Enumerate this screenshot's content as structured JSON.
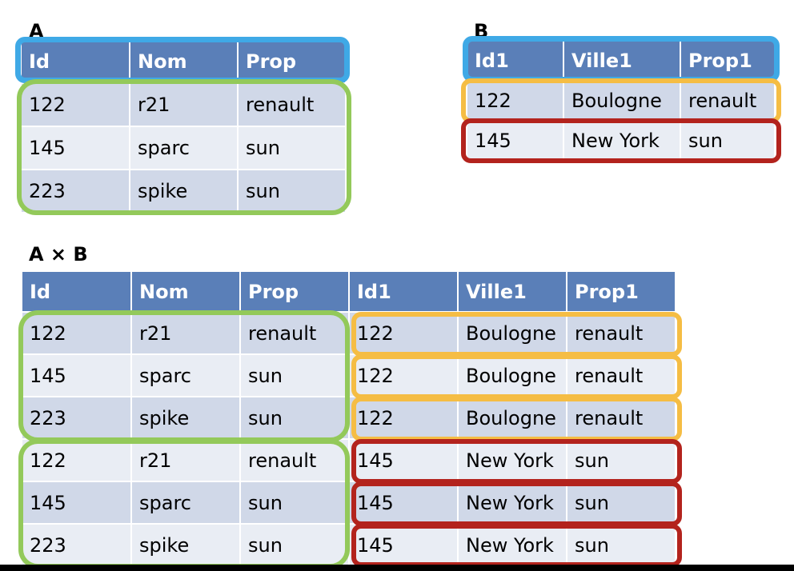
{
  "table_a": {
    "label": "A",
    "headers": [
      "Id",
      "Nom",
      "Prop"
    ],
    "rows": [
      [
        "122",
        "r21",
        "renault"
      ],
      [
        "145",
        "sparc",
        "sun"
      ],
      [
        "223",
        "spike",
        "sun"
      ]
    ]
  },
  "table_b": {
    "label": "B",
    "headers": [
      "Id1",
      "Ville1",
      "Prop1"
    ],
    "rows": [
      [
        "122",
        "Boulogne",
        "renault"
      ],
      [
        "145",
        "New York",
        "sun"
      ]
    ]
  },
  "table_axb": {
    "label": "A × B",
    "headers": [
      "Id",
      "Nom",
      "Prop",
      "Id1",
      "Ville1",
      "Prop1"
    ],
    "rows": [
      [
        "122",
        "r21",
        "renault",
        "122",
        "Boulogne",
        "renault"
      ],
      [
        "145",
        "sparc",
        "sun",
        "122",
        "Boulogne",
        "renault"
      ],
      [
        "223",
        "spike",
        "sun",
        "122",
        "Boulogne",
        "renault"
      ],
      [
        "122",
        "r21",
        "renault",
        "145",
        "New York",
        "sun"
      ],
      [
        "145",
        "sparc",
        "sun",
        "145",
        "New York",
        "sun"
      ],
      [
        "223",
        "spike",
        "sun",
        "145",
        "New York",
        "sun"
      ]
    ]
  },
  "colors": {
    "header": "#5a7fb8",
    "row_dark": "#d0d8e8",
    "row_light": "#e9edf4",
    "header_outline": "#3fa9e6",
    "table_a_outline": "#93c95a",
    "row_122_outline": "#f5bd44",
    "row_145_outline": "#b3231d"
  }
}
